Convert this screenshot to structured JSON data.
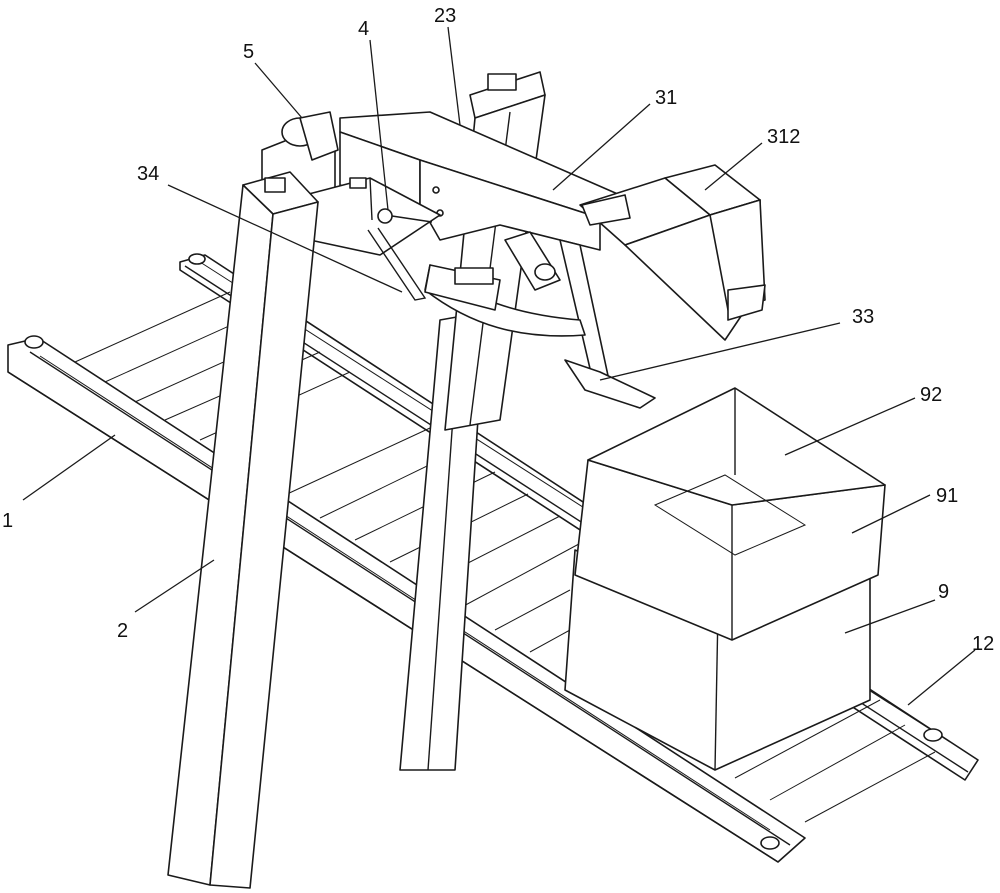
{
  "labels": {
    "l1": "1",
    "l2": "2",
    "l4": "4",
    "l5": "5",
    "l9": "9",
    "l12": "12",
    "l23": "23",
    "l31": "31",
    "l33": "33",
    "l34": "34",
    "l91": "91",
    "l92": "92",
    "l312": "312"
  }
}
